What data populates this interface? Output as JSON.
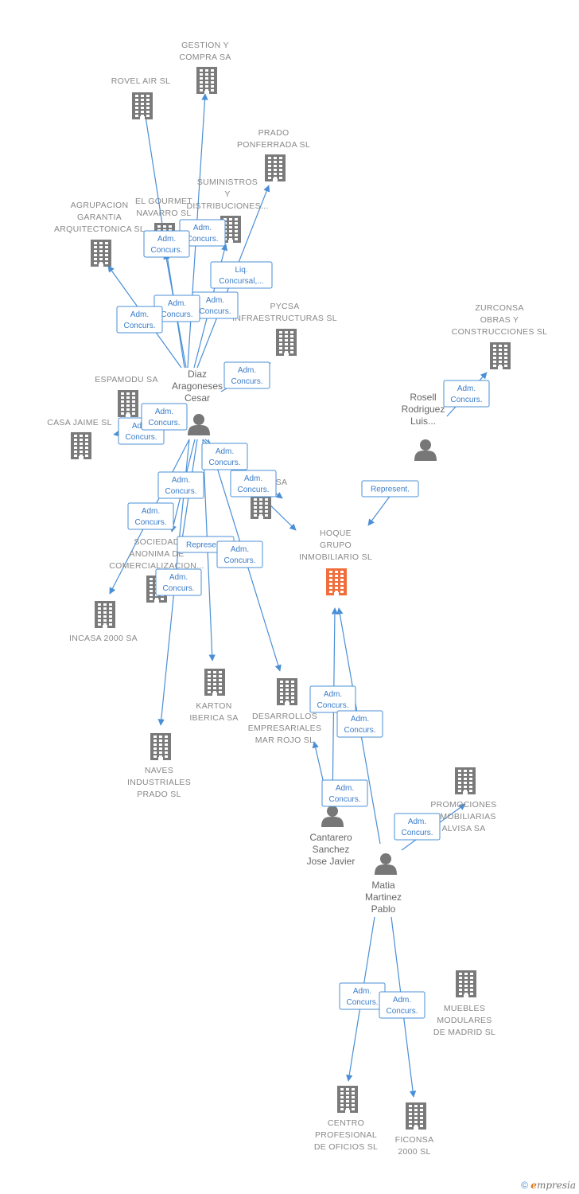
{
  "colors": {
    "building": "#7a7a7a",
    "focus": "#f06d3c",
    "person": "#777777",
    "edge": "#4a8fd6"
  },
  "nodes": [
    {
      "id": "gestion",
      "kind": "company",
      "lines": [
        "GESTION Y",
        "COMPRA SA"
      ]
    },
    {
      "id": "rovel",
      "kind": "company",
      "lines": [
        "ROVEL AIR  SL"
      ]
    },
    {
      "id": "prado_ponf",
      "kind": "company",
      "lines": [
        "PRADO",
        "PONFERRADA SL"
      ]
    },
    {
      "id": "suministros",
      "kind": "company",
      "lines": [
        "SUMINISTROS",
        "Y",
        "DISTRIBUCIONES..."
      ]
    },
    {
      "id": "elgourmet",
      "kind": "company",
      "lines": [
        "EL GOURMET",
        "NAVARRO SL"
      ]
    },
    {
      "id": "agrupacion",
      "kind": "company",
      "lines": [
        "AGRUPACION",
        "GARANTIA",
        "ARQUITECTONICA SL"
      ]
    },
    {
      "id": "pycsa",
      "kind": "company",
      "lines": [
        "PYCSA",
        "INFRAESTRUCTURAS SL"
      ]
    },
    {
      "id": "zurconsa",
      "kind": "company",
      "lines": [
        "ZURCONSA",
        "OBRAS Y",
        "CONSTRUCCIONES SL"
      ]
    },
    {
      "id": "espamodu",
      "kind": "company",
      "lines": [
        "ESPAMODU SA"
      ]
    },
    {
      "id": "casajaime",
      "kind": "company",
      "lines": [
        "CASA JAIME SL"
      ]
    },
    {
      "id": "sa_hidden",
      "kind": "company",
      "lines": [
        "SA"
      ]
    },
    {
      "id": "hoque",
      "kind": "focus",
      "lines": [
        "HOQUE",
        "GRUPO",
        "INMOBILIARIO SL"
      ]
    },
    {
      "id": "sociedad",
      "kind": "company",
      "lines": [
        "SOCIEDAD",
        "ANONIMA DE",
        "COMERCIALIZACION..."
      ]
    },
    {
      "id": "incasa",
      "kind": "company",
      "lines": [
        "INCASA 2000 SA"
      ]
    },
    {
      "id": "karton",
      "kind": "company",
      "lines": [
        "KARTON",
        "IBERICA SA"
      ]
    },
    {
      "id": "desarrollos",
      "kind": "company",
      "lines": [
        "DESARROLLOS",
        "EMPRESARIALES",
        "MAR ROJO SL"
      ]
    },
    {
      "id": "naves",
      "kind": "company",
      "lines": [
        "NAVES",
        "INDUSTRIALES",
        "PRADO SL"
      ]
    },
    {
      "id": "promociones",
      "kind": "company",
      "lines": [
        "PROMOCIONES",
        "INMOBILIARIAS",
        "ALVISA SA"
      ]
    },
    {
      "id": "muebles",
      "kind": "company",
      "lines": [
        "MUEBLES",
        "MODULARES",
        "DE MADRID SL"
      ]
    },
    {
      "id": "centro",
      "kind": "company",
      "lines": [
        "CENTRO",
        "PROFESIONAL",
        "DE OFICIOS SL"
      ]
    },
    {
      "id": "ficonsa",
      "kind": "company",
      "lines": [
        "FICONSA",
        "2000 SL"
      ]
    },
    {
      "id": "diaz",
      "kind": "person",
      "lines": [
        "Diaz",
        "Aragoneses",
        "Cesar"
      ]
    },
    {
      "id": "rosell",
      "kind": "person",
      "lines": [
        "Rosell",
        "Rodriguez",
        "Luis..."
      ]
    },
    {
      "id": "cantarero",
      "kind": "person",
      "lines": [
        "Cantarero",
        "Sanchez",
        "Jose Javier"
      ]
    },
    {
      "id": "matia",
      "kind": "person",
      "lines": [
        "Matia",
        "Martinez",
        "Pablo"
      ]
    }
  ],
  "edges": [
    {
      "label": [
        "Adm.",
        "Concurs."
      ]
    },
    {
      "label": [
        "Adm.",
        "Concurs."
      ]
    },
    {
      "label": [
        "Liq.",
        "Concursal,..."
      ]
    },
    {
      "label": [
        "Adm.",
        "Concurs."
      ]
    },
    {
      "label": [
        "Adm.",
        "Concurs."
      ]
    },
    {
      "label": [
        "Adm.",
        "Concurs."
      ]
    },
    {
      "label": [
        "Adm.",
        "Concurs."
      ]
    },
    {
      "label": [
        "Adm.",
        "Concurs."
      ]
    },
    {
      "label": [
        "Adm.",
        "Concurs."
      ]
    },
    {
      "label": [
        "Adm.",
        "Concurs."
      ]
    },
    {
      "label": [
        "Adm.",
        "Concurs."
      ]
    },
    {
      "label": [
        "Adm.",
        "Concurs."
      ]
    },
    {
      "label": [
        "Adm.",
        "Concurs."
      ]
    },
    {
      "label": [
        "Represent."
      ]
    },
    {
      "label": [
        "Adm.",
        "Concurs."
      ]
    },
    {
      "label": [
        "Adm.",
        "Concurs."
      ]
    },
    {
      "label": [
        "Adm.",
        "Concurs."
      ]
    },
    {
      "label": [
        "Represent."
      ]
    },
    {
      "label": [
        "Adm.",
        "Concurs."
      ]
    },
    {
      "label": [
        "Adm.",
        "Concurs."
      ]
    },
    {
      "label": [
        "Adm.",
        "Concurs."
      ]
    },
    {
      "label": [
        "Adm.",
        "Concurs."
      ]
    },
    {
      "label": [
        "Adm.",
        "Concurs."
      ]
    },
    {
      "label": [
        "Adm.",
        "Concurs."
      ]
    },
    {
      "label": [
        "Adm.",
        "Concurs."
      ]
    }
  ],
  "footer": {
    "copyright": "©",
    "brand_initial": "e",
    "brand_rest": "mpresia"
  }
}
